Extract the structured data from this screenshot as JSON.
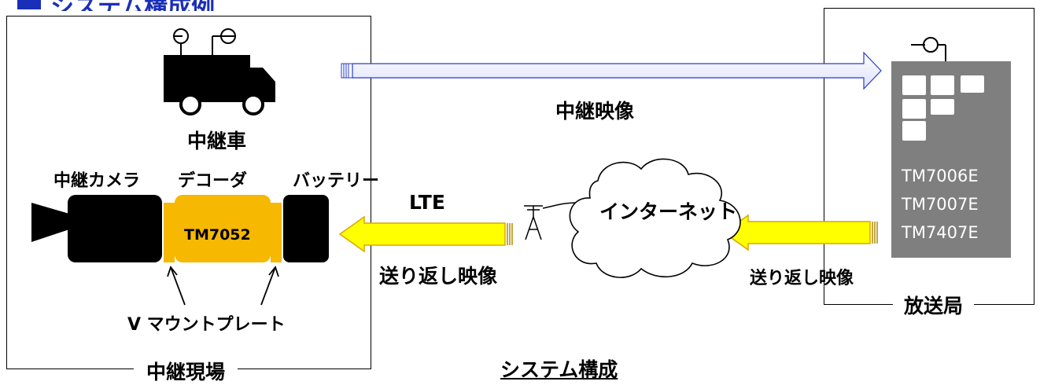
{
  "page": {
    "title_partial": "システム構成例",
    "caption": "システム構成"
  },
  "site": {
    "label": "中継現場",
    "vehicle_label": "中継車",
    "camera_label": "中継カメラ",
    "decoder_label": "デコーダ",
    "battery_label": "バッテリー",
    "decoder_model": "TM7052",
    "mount_label": "V マウントプレート"
  },
  "station": {
    "label": "放送局",
    "models": [
      "TM7006E",
      "TM7007E",
      "TM7407E"
    ]
  },
  "links": {
    "relay_video": "中継映像",
    "lte": "LTE",
    "internet": "インターネット",
    "return_video_left": "送り返し映像",
    "return_video_right": "送り返し映像"
  },
  "colors": {
    "accent_blue": "#1a2fb8",
    "decoder_orange": "#f6b800",
    "arrow_yellow": "#ffff00",
    "server_gray": "#7f7f7f"
  }
}
